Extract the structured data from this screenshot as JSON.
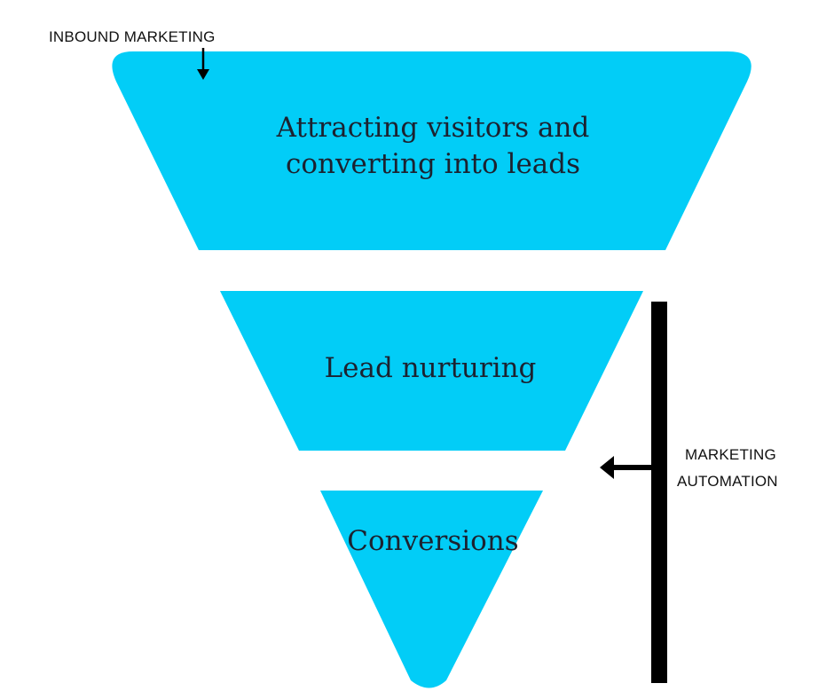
{
  "diagram": {
    "funnel_color": "#02cdf7",
    "line_color": "#000000",
    "top_label": "INBOUND MARKETING",
    "side_label_line1": "MARKETING",
    "side_label_line2": "AUTOMATION",
    "stages": [
      {
        "line1": "Attracting visitors and",
        "line2": "converting into leads"
      },
      {
        "line1": "Lead nurturing"
      },
      {
        "line1": "Conversions"
      }
    ]
  }
}
